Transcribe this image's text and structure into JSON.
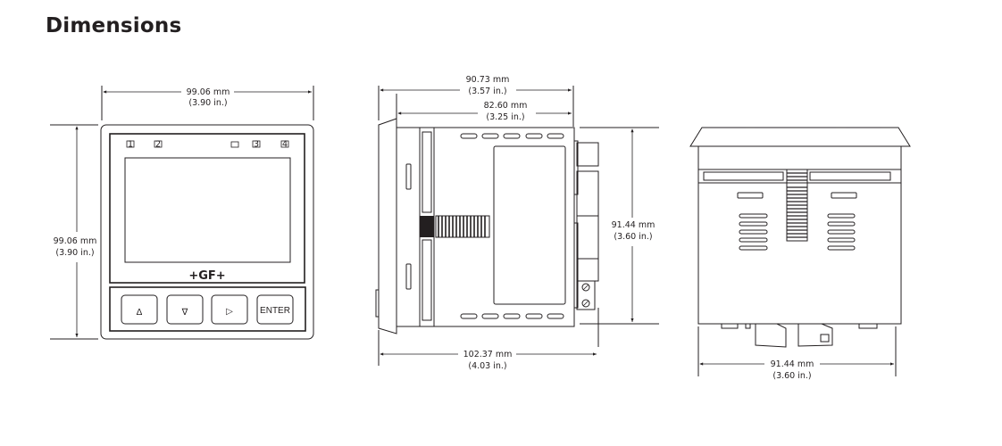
{
  "title": "Dimensions",
  "front_view": {
    "width_dim": {
      "mm": "99.06 mm",
      "in": "(3.90 in.)"
    },
    "height_dim": {
      "mm": "99.06 mm",
      "in": "(3.90 in.)"
    },
    "indicators": [
      "1",
      "2",
      "",
      "3",
      "4"
    ],
    "logo": "+GF+",
    "buttons": [
      {
        "label": "Δ",
        "icon": "up-triangle-icon"
      },
      {
        "label": "∇",
        "icon": "down-triangle-icon"
      },
      {
        "label": "▷",
        "icon": "right-triangle-icon"
      },
      {
        "label": "ENTER",
        "icon": ""
      }
    ]
  },
  "side_view": {
    "overall_depth_dim": {
      "mm": "90.73 mm",
      "in": "(3.57 in.)"
    },
    "body_depth_dim": {
      "mm": "82.60 mm",
      "in": "(3.25 in.)"
    },
    "height_dim": {
      "mm": "91.44 mm",
      "in": "(3.60 in.)"
    },
    "total_depth_dim": {
      "mm": "102.37 mm",
      "in": "(4.03 in.)"
    }
  },
  "top_view": {
    "width_dim": {
      "mm": "91.44 mm",
      "in": "(3.60 in.)"
    }
  },
  "colors": {
    "line": "#231f20",
    "background": "#ffffff"
  }
}
